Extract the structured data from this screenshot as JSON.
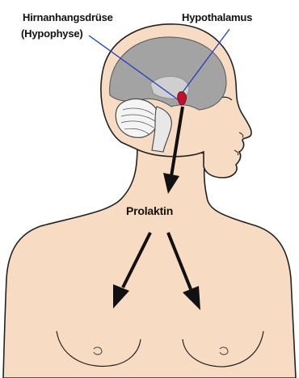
{
  "labels": {
    "pituitary_line1": "Hirnanhangsdrüse",
    "pituitary_line2": "(Hypophyse)",
    "hypothalamus": "Hypothalamus",
    "prolactin": "Prolaktin"
  },
  "colors": {
    "skin": "#f7dcc3",
    "outline": "#222222",
    "brain": "#a3a3a3",
    "brain_inner": "#cfcfcf",
    "cerebellum": "#f4f4f4",
    "pointer_line": "#1f3fbf",
    "gland": "#c0122a",
    "arrow": "#111111"
  }
}
